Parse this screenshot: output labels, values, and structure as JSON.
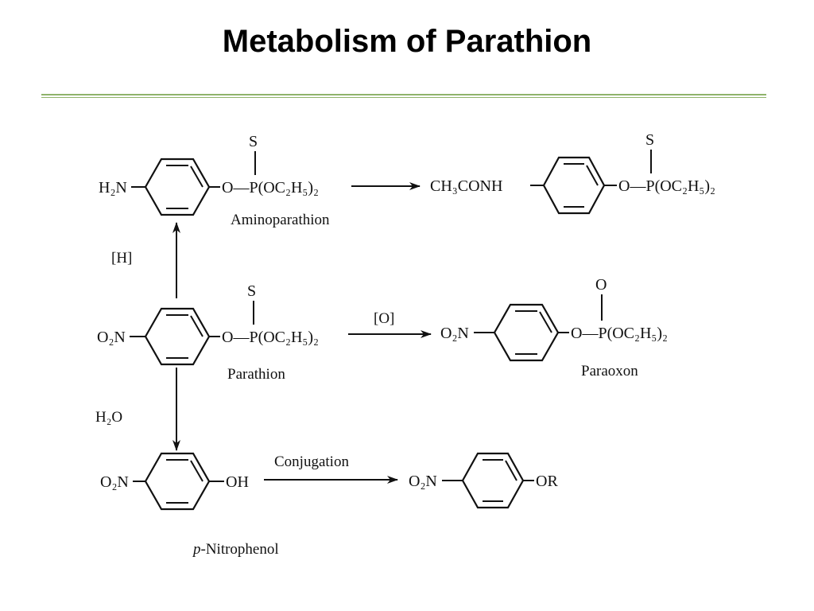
{
  "slide": {
    "title": "Metabolism of Parathion",
    "accent_color": "#8fb36b"
  },
  "compounds": {
    "aminoparathion": {
      "name": "Aminoparathion",
      "left_group": "H₂N",
      "thio": "S",
      "ester": "O—P(OC₂H₅)₂"
    },
    "acetylated": {
      "left_group": "CH₃CONH",
      "thio": "S",
      "ester": "O—P(OC₂H₅)₂"
    },
    "parathion": {
      "name": "Parathion",
      "left_group": "O₂N",
      "thio": "S",
      "ester": "O—P(OC₂H₅)₂"
    },
    "paraoxon": {
      "name": "Paraoxon",
      "left_group": "O₂N",
      "oxo": "O",
      "ester": "O—P(OC₂H₅)₂"
    },
    "nitrophenol": {
      "name_prefix": "p",
      "name_rest": "-Nitrophenol",
      "left_group": "O₂N",
      "right_group": "OH"
    },
    "conjugate": {
      "left_group": "O₂N",
      "right_group": "OR"
    }
  },
  "reactions": {
    "reduction": "[H]",
    "oxidation": "[O]",
    "hydrolysis": "H₂O",
    "conjugation": "Conjugation"
  }
}
